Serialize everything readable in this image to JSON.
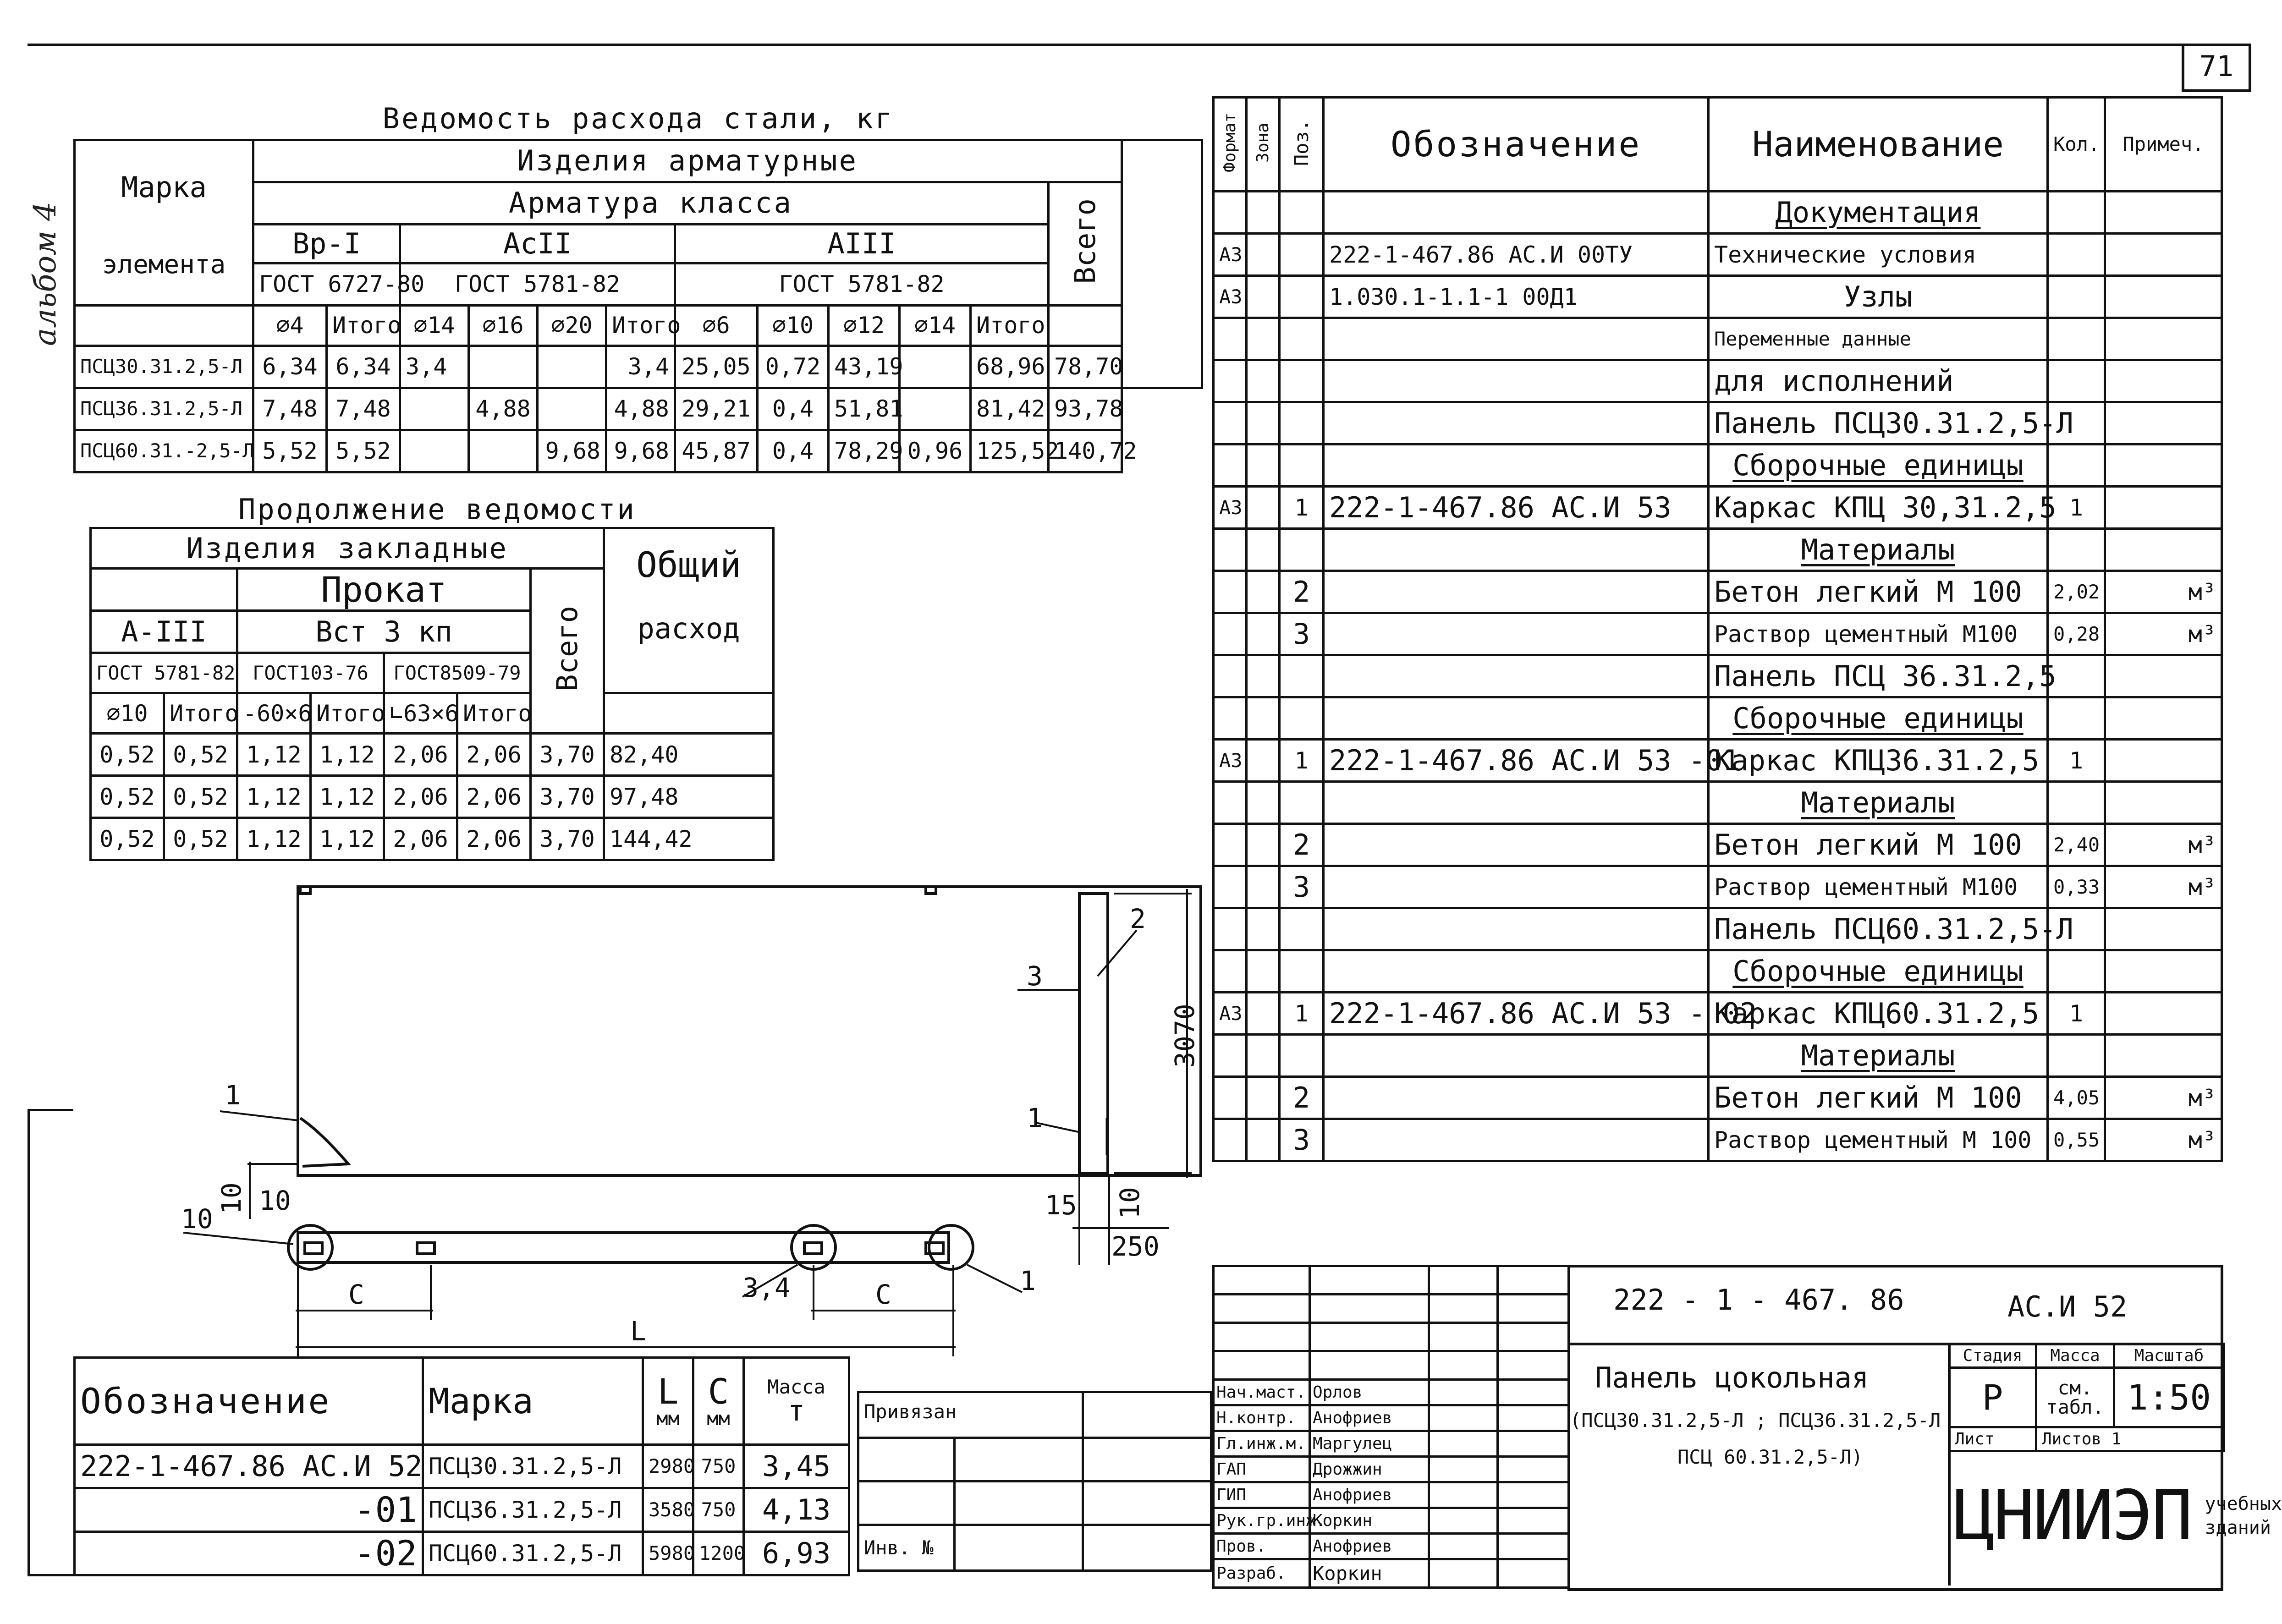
{
  "page_number": "71",
  "side_label": "альбом 4",
  "steel": {
    "title": "Ведомость расхода стали, кг",
    "marka_label": "Марка",
    "element_label": "элемента",
    "izd_arm": "Изделия арматурные",
    "arm_class": "Арматура класса",
    "vsego": "Всего",
    "cls_bp": "Вр-I",
    "cls_as": "АсII",
    "cls_a3": "АIII",
    "gost_bp": "ГОСТ 6727-80",
    "gost_as": "ГОСТ 5781-82",
    "gost_a3": "ГОСТ 5781-82",
    "cols": [
      "⌀4",
      "Итого",
      "⌀14",
      "⌀16",
      "⌀20",
      "Итого",
      "⌀6",
      "⌀10",
      "⌀12",
      "⌀14",
      "Итого"
    ],
    "rows": [
      {
        "mark": "ПСЦ30.31.2,5-Л",
        "v": [
          "6,34",
          "6,34",
          "3,4",
          "",
          "",
          "3,4",
          "25,05",
          "0,72",
          "43,19",
          "",
          "68,96",
          "78,70"
        ]
      },
      {
        "mark": "ПСЦ36.31.2,5-Л",
        "v": [
          "7,48",
          "7,48",
          "",
          "4,88",
          "",
          "4,88",
          "29,21",
          "0,4",
          "51,81",
          "",
          "81,42",
          "93,78"
        ]
      },
      {
        "mark": "ПСЦ60.31.-2,5-Л",
        "v": [
          "5,52",
          "5,52",
          "",
          "",
          "9,68",
          "9,68",
          "45,87",
          "0,4",
          "78,29",
          "0,96",
          "125,52",
          "140,72"
        ]
      }
    ]
  },
  "cont": {
    "title": "Продолжение ведомости",
    "izd_zakl": "Изделия закладные",
    "prokat": "Прокат",
    "obshchiy": "Общий",
    "raskhod": "расход",
    "vsego": "Всего",
    "a3": "А-III",
    "vst": "Вст 3 кп",
    "gost1": "ГОСТ 5781-82",
    "gost2": "ГОСТ103-76",
    "gost3": "ГОСТ8509-79",
    "cols": [
      "⌀10",
      "Итого",
      "-60×6",
      "Итого",
      "∟63×6",
      "Итого"
    ],
    "rows": [
      [
        "0,52",
        "0,52",
        "1,12",
        "1,12",
        "2,06",
        "2,06",
        "3,70",
        "82,40"
      ],
      [
        "0,52",
        "0,52",
        "1,12",
        "1,12",
        "2,06",
        "2,06",
        "3,70",
        "97,48"
      ],
      [
        "0,52",
        "0,52",
        "1,12",
        "1,12",
        "2,06",
        "2,06",
        "3,70",
        "144,42"
      ]
    ]
  },
  "spec": {
    "h_format": "Формат",
    "h_zone": "Зона",
    "h_pos": "Поз.",
    "h_oboz": "Обозначение",
    "h_naim": "Наименование",
    "h_kol": "Кол.",
    "h_prim": "Примеч.",
    "rows": [
      {
        "f": "",
        "p": "",
        "o": "",
        "n": "Документация",
        "k": "",
        "m": "",
        "u": true
      },
      {
        "f": "А3",
        "p": "",
        "o": "222-1-467.86 АС.И 00ТУ",
        "n": "Технические условия",
        "k": "",
        "m": ""
      },
      {
        "f": "А3",
        "p": "",
        "o": "1.030.1-1.1-1   00Д1",
        "n": "Узлы",
        "k": "",
        "m": ""
      },
      {
        "f": "",
        "p": "",
        "o": "",
        "n": "Переменные данные",
        "k": "",
        "m": ""
      },
      {
        "f": "",
        "p": "",
        "o": "",
        "n": "для исполнений",
        "k": "",
        "m": ""
      },
      {
        "f": "",
        "p": "",
        "o": "",
        "n": "Панель ПСЦ30.31.2,5-Л",
        "k": "",
        "m": ""
      },
      {
        "f": "",
        "p": "",
        "o": "",
        "n": "Сборочные единицы",
        "k": "",
        "m": "",
        "u": true
      },
      {
        "f": "А3",
        "p": "1",
        "o": "222-1-467.86 АС.И 53",
        "n": "Каркас КПЦ 30,31.2,5",
        "k": "1",
        "m": ""
      },
      {
        "f": "",
        "p": "",
        "o": "",
        "n": "Материалы",
        "k": "",
        "m": "",
        "u": true
      },
      {
        "f": "",
        "p": "2",
        "o": "",
        "n": "Бетон легкий М 100",
        "k": "2,02",
        "m": "м³"
      },
      {
        "f": "",
        "p": "3",
        "o": "",
        "n": "Раствор цементный М100",
        "k": "0,28",
        "m": "м³"
      },
      {
        "f": "",
        "p": "",
        "o": "",
        "n": "Панель ПСЦ 36.31.2,5",
        "k": "",
        "m": ""
      },
      {
        "f": "",
        "p": "",
        "o": "",
        "n": "Сборочные единицы",
        "k": "",
        "m": "",
        "u": true
      },
      {
        "f": "А3",
        "p": "1",
        "o": "222-1-467.86 АС.И 53 -01",
        "n": "Каркас КПЦ36.31.2,5",
        "k": "1",
        "m": ""
      },
      {
        "f": "",
        "p": "",
        "o": "",
        "n": "Материалы",
        "k": "",
        "m": "",
        "u": true
      },
      {
        "f": "",
        "p": "2",
        "o": "",
        "n": "Бетон легкий М 100",
        "k": "2,40",
        "m": "м³"
      },
      {
        "f": "",
        "p": "3",
        "o": "",
        "n": "Раствор цементный М100",
        "k": "0,33",
        "m": "м³"
      },
      {
        "f": "",
        "p": "",
        "o": "",
        "n": "Панель ПСЦ60.31.2,5-Л",
        "k": "",
        "m": ""
      },
      {
        "f": "",
        "p": "",
        "o": "",
        "n": "Сборочные единицы",
        "k": "",
        "m": "",
        "u": true
      },
      {
        "f": "А3",
        "p": "1",
        "o": "222-1-467.86 АС.И 53 - 02",
        "n": "Каркас КПЦ60.31.2,5",
        "k": "1",
        "m": ""
      },
      {
        "f": "",
        "p": "",
        "o": "",
        "n": "Материалы",
        "k": "",
        "m": "",
        "u": true
      },
      {
        "f": "",
        "p": "2",
        "o": "",
        "n": "Бетон легкий М 100",
        "k": "4,05",
        "m": "м³"
      },
      {
        "f": "",
        "p": "3",
        "o": "",
        "n": "Раствор цементный М 100",
        "k": "0,55",
        "m": "м³"
      }
    ]
  },
  "drawing": {
    "dim_3070": "3070",
    "dim_250": "250",
    "dim_15": "15",
    "dim_10": "10",
    "dim_c": "С",
    "dim_l": "L",
    "p1": "1",
    "p2": "2",
    "p3": "3",
    "p10": "10",
    "p34": "3,4"
  },
  "marks": {
    "h_oboz": "Обозначение",
    "h_mark": "Марка",
    "h_l": "L",
    "h_c": "С",
    "h_mm": "мм",
    "h_mass": "Масса",
    "h_t": "т",
    "rows": [
      {
        "o": "222-1-467.86 АС.И 52",
        "m": "ПСЦ30.31.2,5-Л",
        "l": "2980",
        "c": "750",
        "t": "3,45"
      },
      {
        "o": "-01",
        "m": "ПСЦ36.31.2,5-Л",
        "l": "3580",
        "c": "750",
        "t": "4,13"
      },
      {
        "o": "-02",
        "m": "ПСЦ60.31.2,5-Л",
        "l": "5980",
        "c": "1200",
        "t": "6,93"
      }
    ]
  },
  "privyazan": "Привязан",
  "inv": "Инв. №",
  "title_block": {
    "code": "222 - 1 - 467. 86",
    "doc": "АС.И 52",
    "roles": [
      {
        "r": "Нач.маст.",
        "n": "Орлов"
      },
      {
        "r": "Н.контр.",
        "n": "Анофриев"
      },
      {
        "r": "Гл.инж.м.",
        "n": "Маргулец"
      },
      {
        "r": "ГАП",
        "n": "Дрожжин"
      },
      {
        "r": "ГИП",
        "n": "Анофриев"
      },
      {
        "r": "Рук.гр.инж.",
        "n": "Коркин"
      },
      {
        "r": "Пров.",
        "n": "Анофриев"
      },
      {
        "r": "Разраб.",
        "n": "Коркин"
      }
    ],
    "name1": "Панель цокольная",
    "name2": "(ПСЦ30.31.2,5-Л ; ПСЦ36.31.2,5-Л",
    "name3": "ПСЦ 60.31.2,5-Л)",
    "stadia_h": "Стадия",
    "massa_h": "Масса",
    "masshtab_h": "Масштаб",
    "stadia": "Р",
    "massa": "см. табл.",
    "masshtab": "1:50",
    "list_h": "Лист",
    "listov_h": "Листов 1",
    "org": "ЦНИИЭП",
    "org2": "учебных",
    "org3": "зданий"
  }
}
